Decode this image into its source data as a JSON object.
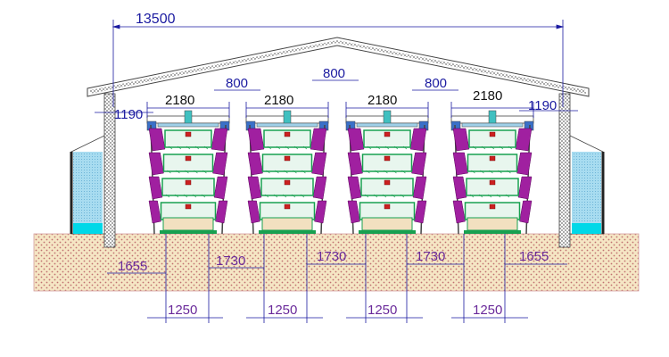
{
  "drawing": {
    "overall_width": "13500",
    "cage_width_labels": [
      "2180",
      "2180",
      "2180",
      "2180"
    ],
    "aisle_top_labels": [
      "800",
      "800",
      "800"
    ],
    "side_offset_labels": [
      "1190",
      "1190"
    ],
    "floor_gap_labels": [
      "1655",
      "1730",
      "1730",
      "1730",
      "1655"
    ],
    "cage_base_labels": [
      "1250",
      "1250",
      "1250",
      "1250"
    ],
    "cage_tiers": 4,
    "colors": {
      "dimension": "#1a1aa0",
      "dimension_secondary": "#6a2a9a",
      "outline": "#444444",
      "roof": "#8a8a8a",
      "ground": "#f5e6c4",
      "ground_dots": "#c07070",
      "pad_window": "#9fd8ee",
      "pad_water": "#00d8e8",
      "cage_purple": "#a020a0",
      "cage_green": "#18a050",
      "cage_teal": "#40c0c0",
      "feeder_red": "#cc2020"
    }
  }
}
